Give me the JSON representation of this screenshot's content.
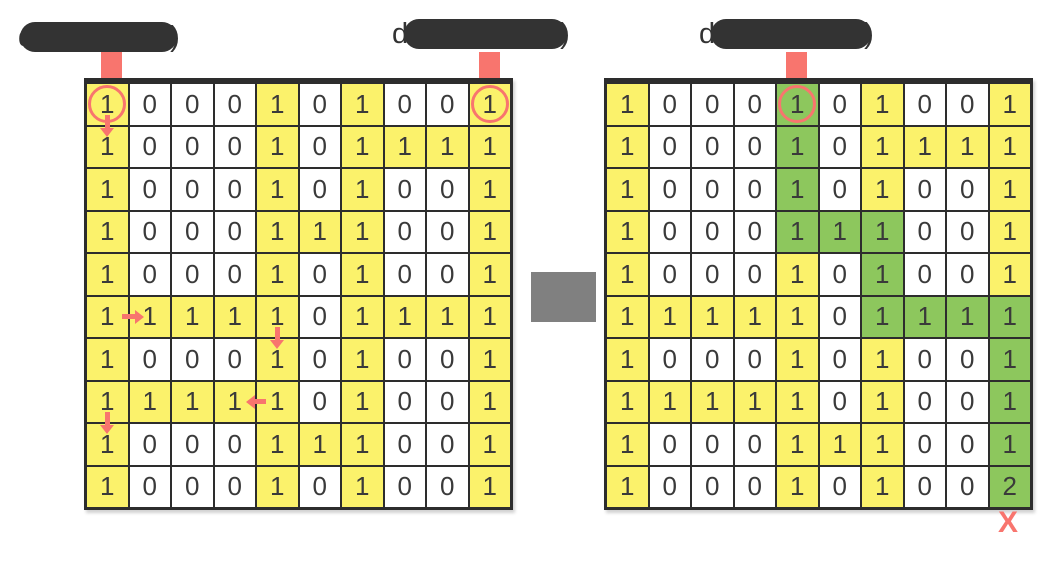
{
  "labels": [
    {
      "prefix": "d",
      "suffix": ")"
    },
    {
      "prefix": "d",
      "suffix": ")"
    },
    {
      "prefix": "d",
      "suffix": ")"
    }
  ],
  "palette": {
    "yellow": "#fbf26b",
    "green": "#8dc75d",
    "white": "#ffffff",
    "salmon": "#f8756e",
    "gray": "#808080",
    "line": "#2d2d2d",
    "ink": "#3a3a3a",
    "bar": "#333333"
  },
  "grids": {
    "left": {
      "values": [
        [
          1,
          0,
          0,
          0,
          1,
          0,
          1,
          0,
          0,
          1
        ],
        [
          1,
          0,
          0,
          0,
          1,
          0,
          1,
          1,
          1,
          1
        ],
        [
          1,
          0,
          0,
          0,
          1,
          0,
          1,
          0,
          0,
          1
        ],
        [
          1,
          0,
          0,
          0,
          1,
          1,
          1,
          0,
          0,
          1
        ],
        [
          1,
          0,
          0,
          0,
          1,
          0,
          1,
          0,
          0,
          1
        ],
        [
          1,
          1,
          1,
          1,
          1,
          0,
          1,
          1,
          1,
          1
        ],
        [
          1,
          0,
          0,
          0,
          1,
          0,
          1,
          0,
          0,
          1
        ],
        [
          1,
          1,
          1,
          1,
          1,
          0,
          1,
          0,
          0,
          1
        ],
        [
          1,
          0,
          0,
          0,
          1,
          1,
          1,
          0,
          0,
          1
        ],
        [
          1,
          0,
          0,
          0,
          1,
          0,
          1,
          0,
          0,
          1
        ]
      ],
      "green_cells": []
    },
    "right": {
      "values": [
        [
          1,
          0,
          0,
          0,
          1,
          0,
          1,
          0,
          0,
          1
        ],
        [
          1,
          0,
          0,
          0,
          1,
          0,
          1,
          1,
          1,
          1
        ],
        [
          1,
          0,
          0,
          0,
          1,
          0,
          1,
          0,
          0,
          1
        ],
        [
          1,
          0,
          0,
          0,
          1,
          1,
          1,
          0,
          0,
          1
        ],
        [
          1,
          0,
          0,
          0,
          1,
          0,
          1,
          0,
          0,
          1
        ],
        [
          1,
          1,
          1,
          1,
          1,
          0,
          1,
          1,
          1,
          1
        ],
        [
          1,
          0,
          0,
          0,
          1,
          0,
          1,
          0,
          0,
          1
        ],
        [
          1,
          1,
          1,
          1,
          1,
          0,
          1,
          0,
          0,
          1
        ],
        [
          1,
          0,
          0,
          0,
          1,
          1,
          1,
          0,
          0,
          1
        ],
        [
          1,
          0,
          0,
          0,
          1,
          0,
          1,
          0,
          0,
          2
        ]
      ],
      "green_cells": [
        [
          0,
          4
        ],
        [
          1,
          4
        ],
        [
          2,
          4
        ],
        [
          3,
          4
        ],
        [
          3,
          5
        ],
        [
          3,
          6
        ],
        [
          4,
          6
        ],
        [
          5,
          6
        ],
        [
          5,
          7
        ],
        [
          5,
          8
        ],
        [
          5,
          9
        ],
        [
          6,
          9
        ],
        [
          7,
          9
        ],
        [
          8,
          9
        ],
        [
          9,
          9
        ]
      ]
    }
  },
  "marks": {
    "left": {
      "circles": [
        [
          0,
          0
        ],
        [
          0,
          9
        ]
      ],
      "arrows": [
        {
          "dir": "down",
          "at": [
            1,
            0
          ]
        },
        {
          "dir": "right",
          "at": [
            5,
            1
          ]
        },
        {
          "dir": "down",
          "at": [
            6,
            4
          ]
        },
        {
          "dir": "left",
          "at": [
            7,
            3
          ]
        },
        {
          "dir": "down",
          "at": [
            8,
            0
          ]
        }
      ]
    },
    "right": {
      "circles": [
        [
          0,
          4
        ]
      ],
      "arrows": [],
      "x_mark": {
        "text": "X"
      }
    }
  }
}
